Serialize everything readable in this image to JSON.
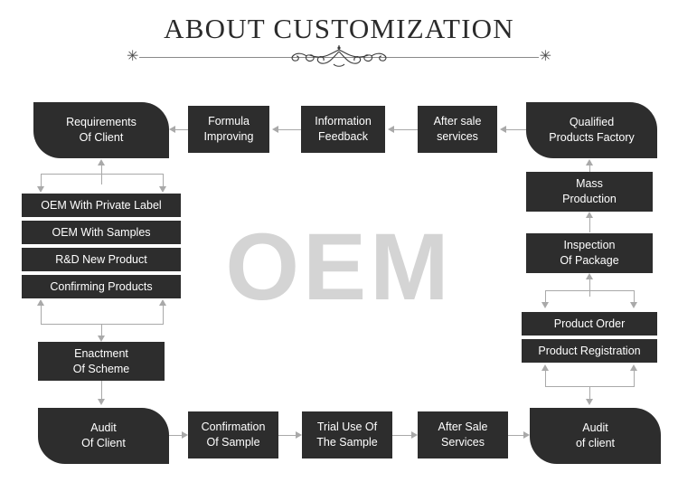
{
  "header": {
    "title": "ABOUT CUSTOMIZATION",
    "divider_star_left": "✳",
    "divider_star_right": "✳",
    "ornament": "ornamental-flourish"
  },
  "watermark": {
    "text": "OEM",
    "color": "#d4d4d4"
  },
  "theme": {
    "box_fill": "#2d2d2d",
    "box_text": "#ffffff",
    "connector": "#a9a9a9",
    "page_bg": "#ffffff",
    "title_color": "#2b2b2b"
  },
  "nodes": {
    "requirements_of_client": {
      "line1": "Requirements",
      "line2": "Of Client"
    },
    "formula_improving": {
      "line1": "Formula",
      "line2": "Improving"
    },
    "information_feedback": {
      "line1": "Information",
      "line2": "Feedback"
    },
    "after_sale_services_top": {
      "line1": "After sale",
      "line2": "services"
    },
    "qualified_products_factory": {
      "line1": "Qualified",
      "line2": "Products Factory"
    },
    "oem_private_label": {
      "line1": "OEM With Private Label"
    },
    "oem_with_samples": {
      "line1": "OEM With Samples"
    },
    "rd_new_product": {
      "line1": "R&D New Product"
    },
    "confirming_products": {
      "line1": "Confirming Products"
    },
    "enactment_of_scheme": {
      "line1": "Enactment",
      "line2": "Of Scheme"
    },
    "audit_of_client_left": {
      "line1": "Audit",
      "line2": "Of Client"
    },
    "confirmation_of_sample": {
      "line1": "Confirmation",
      "line2": "Of Sample"
    },
    "trial_use_of_the_sample": {
      "line1": "Trial Use Of",
      "line2": "The Sample"
    },
    "after_sale_services_bottom": {
      "line1": "After Sale",
      "line2": "Services"
    },
    "audit_of_client_right": {
      "line1": "Audit",
      "line2": "of client"
    },
    "mass_production": {
      "line1": "Mass",
      "line2": "Production"
    },
    "inspection_of_package": {
      "line1": "Inspection",
      "line2": "Of Package"
    },
    "product_order": {
      "line1": "Product Order"
    },
    "product_registration": {
      "line1": "Product Registration"
    }
  }
}
